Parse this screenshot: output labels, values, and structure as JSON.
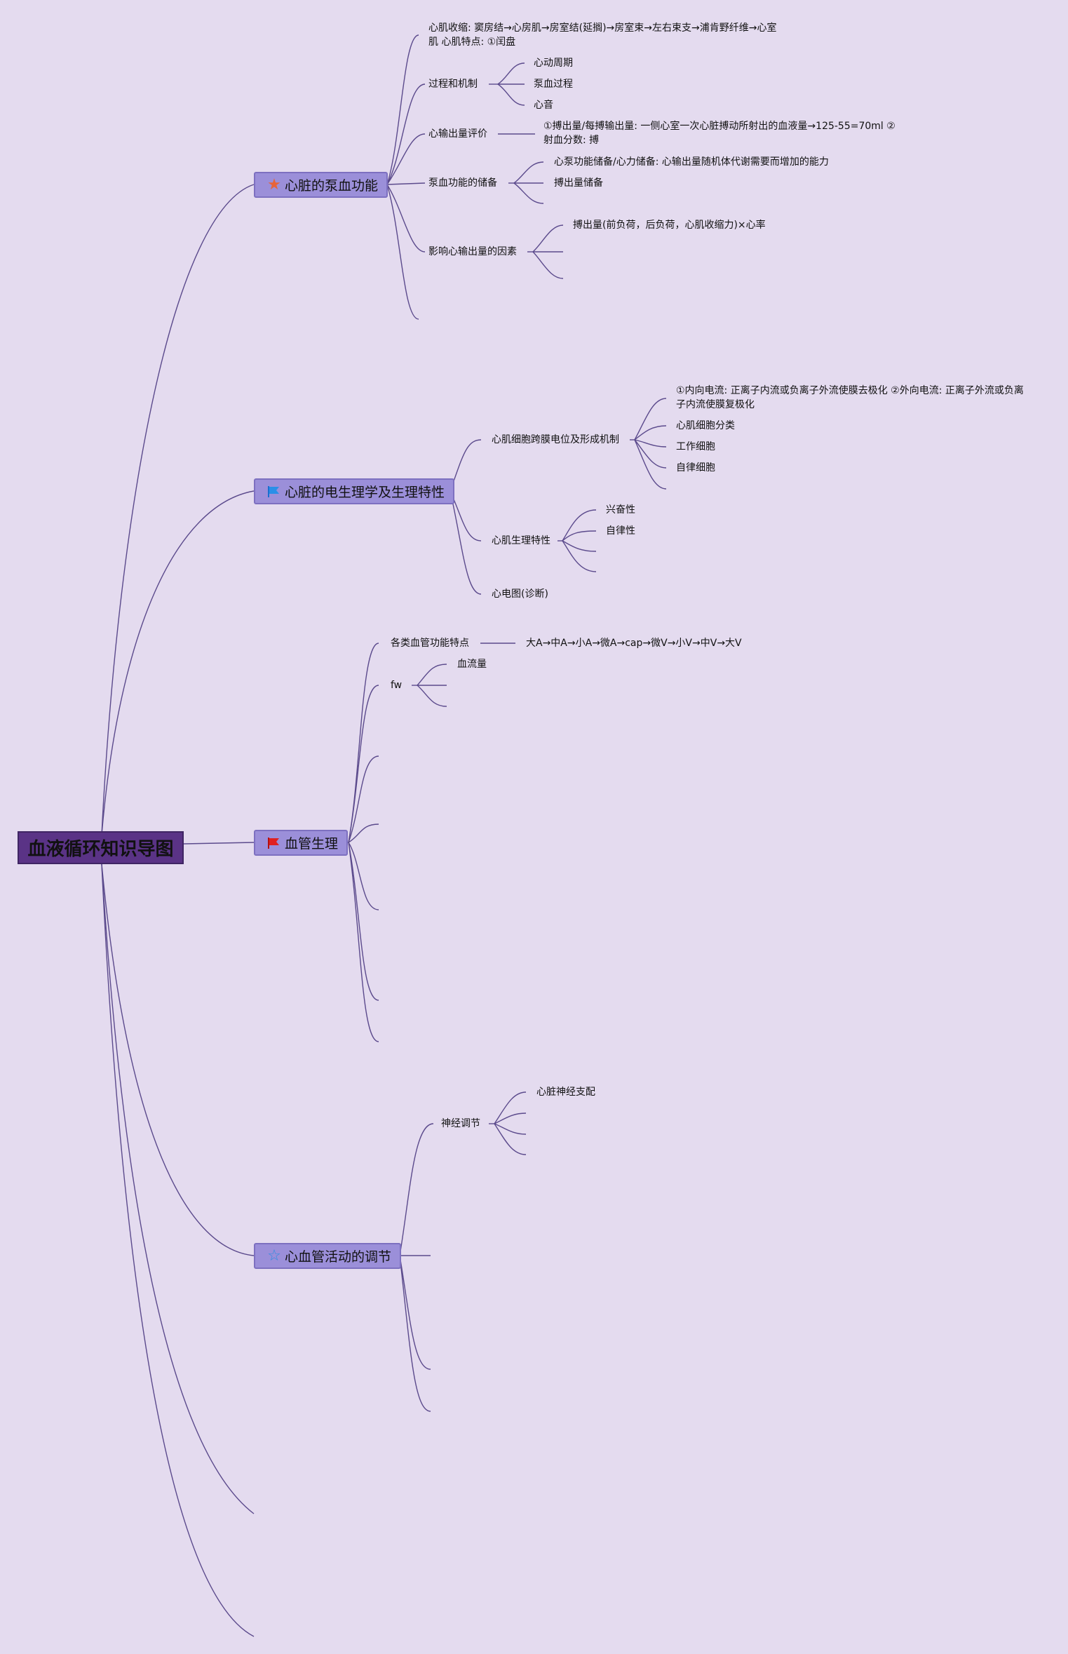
{
  "root": {
    "label": "血液循环知识导图"
  },
  "branches": [
    {
      "label": "心脏的泵血功能",
      "icon": "orange-star-icon"
    },
    {
      "label": "心脏的电生理学及生理特性",
      "icon": "blue-flag-icon"
    },
    {
      "label": "血管生理",
      "icon": "red-flag-icon"
    },
    {
      "label": "心血管活动的调节",
      "icon": "blue-outline-star-icon"
    }
  ],
  "pump": {
    "contraction": "心肌收缩: 窦房结→心房肌→房室结(延搁)→房室束→左右束支→浦肯野纤维→心室肌 心肌特点: ①闰盘",
    "process": "过程和机制",
    "process_children": [
      "心动周期",
      "泵血过程",
      "心音"
    ],
    "output_eval": "心输出量评价",
    "output_eval_detail": "①搏出量/每搏输出量: 一侧心室一次心脏搏动所射出的血液量→125-55=70ml ②射血分数: 搏",
    "reserve": "泵血功能的储备",
    "reserve_children": [
      "心泵功能储备/心力储备: 心输出量随机体代谢需要而增加的能力",
      "搏出量储备"
    ],
    "factors": "影响心输出量的因素",
    "factors_children": [
      "搏出量(前负荷，后负荷，心肌收缩力)×心率"
    ]
  },
  "electro": {
    "membrane": "心肌细胞跨膜电位及形成机制",
    "membrane_children": [
      "①内向电流: 正离子内流或负离子外流使膜去极化 ②外向电流: 正离子外流或负离子内流使膜复极化",
      "心肌细胞分类",
      "工作细胞",
      "自律细胞"
    ],
    "properties": "心肌生理特性",
    "properties_children": [
      "兴奋性",
      "自律性"
    ],
    "ecg": "心电图(诊断)"
  },
  "vessel": {
    "features": "各类血管功能特点",
    "features_detail": "大A→中A→小A→微A→cap→微V→小V→中V→大V",
    "fw": "fw",
    "fw_children": [
      "血流量"
    ]
  },
  "regulation": {
    "neural": "神经调节",
    "neural_children": [
      "心脏神经支配"
    ]
  },
  "colors": {
    "background": "#e4dbef",
    "root_fill": "#5a3386",
    "branch_fill": "#9b8fd9",
    "edge": "#5b4a8c"
  }
}
